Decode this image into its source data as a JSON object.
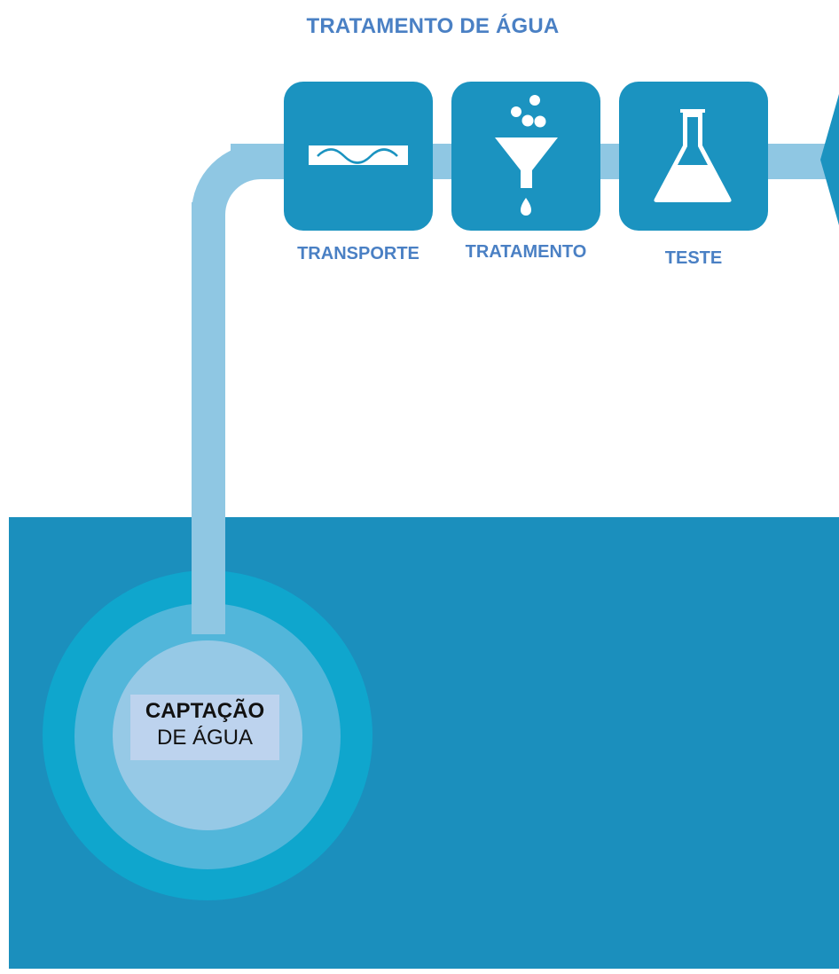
{
  "title": "TRATAMENTO DE ÁGUA",
  "source": {
    "line1": "CAPTAÇÃO",
    "line2": "DE ÁGUA"
  },
  "steps": [
    {
      "label": "TRANSPORTE",
      "icon": "pipe-wave-icon"
    },
    {
      "label": "TRATAMENTO",
      "icon": "funnel-icon"
    },
    {
      "label": "TESTE",
      "icon": "flask-icon"
    }
  ],
  "colors": {
    "title": "#4a80c4",
    "step_label": "#4a80c4",
    "step_box": "#1b93c0",
    "pipe": "#8fc7e3",
    "pool": "#1b8fbd",
    "ring_outer": "#0fa6cd",
    "ring_mid": "#52b6da",
    "ring_inner": "#96c9e6",
    "label_box": "#bdd3ee"
  }
}
